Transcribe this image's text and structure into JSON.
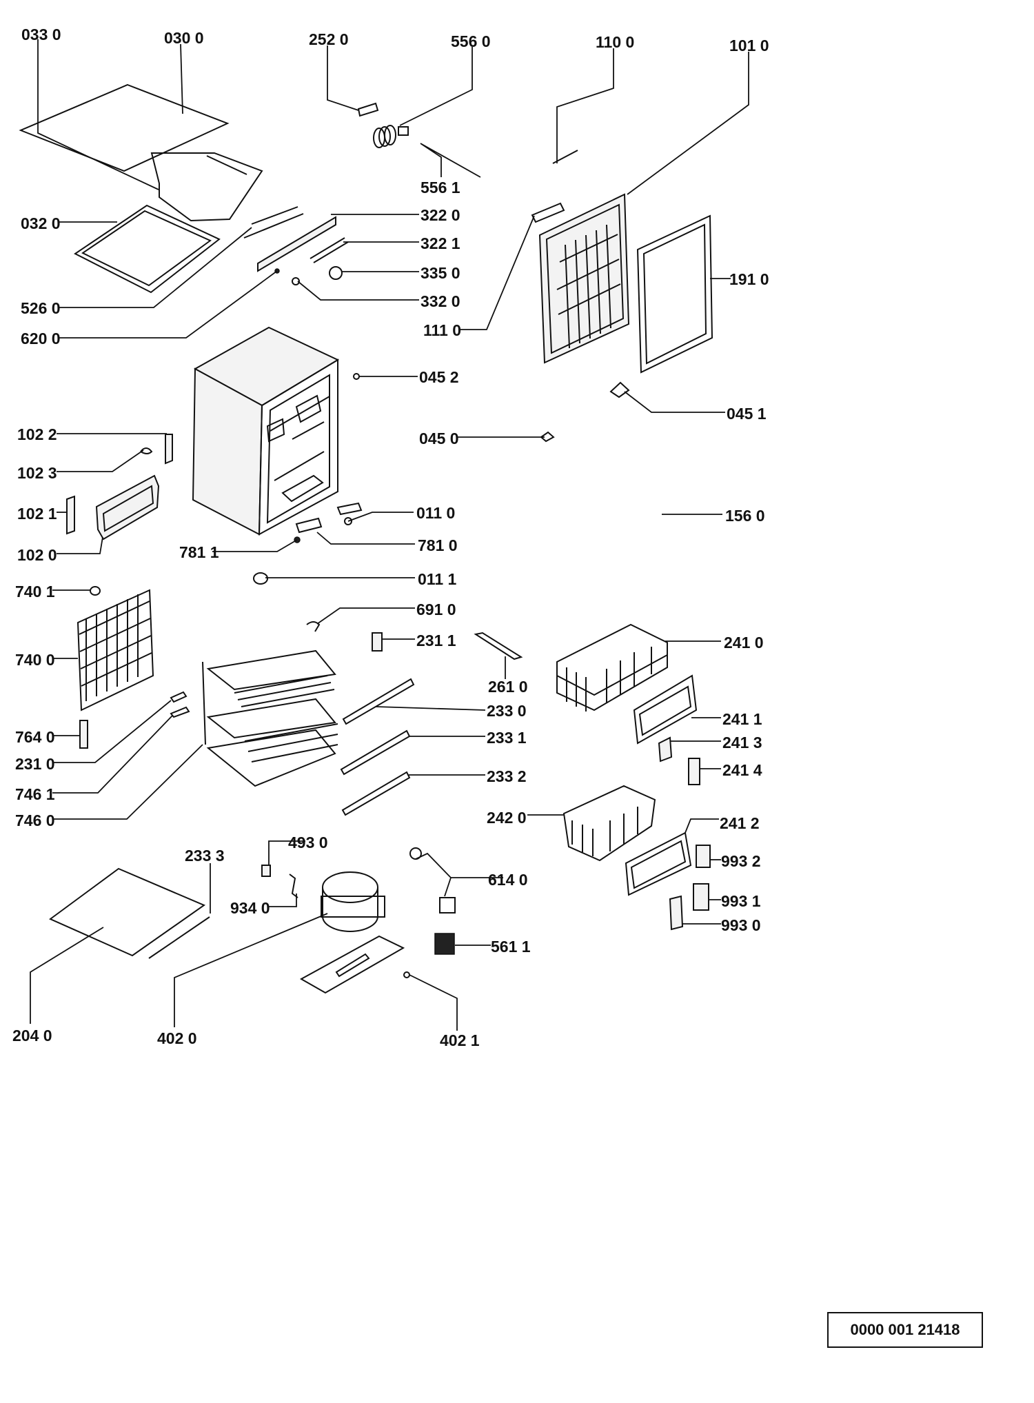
{
  "parts": [
    {
      "id": "p0330",
      "label": "033 0"
    },
    {
      "id": "p0300",
      "label": "030 0"
    },
    {
      "id": "p2520",
      "label": "252 0"
    },
    {
      "id": "p5560",
      "label": "556 0"
    },
    {
      "id": "p1100",
      "label": "110 0"
    },
    {
      "id": "p1010",
      "label": "101 0"
    },
    {
      "id": "p5561",
      "label": "556 1"
    },
    {
      "id": "p0320",
      "label": "032 0"
    },
    {
      "id": "p3220",
      "label": "322 0"
    },
    {
      "id": "p3221",
      "label": "322 1"
    },
    {
      "id": "p3350",
      "label": "335 0"
    },
    {
      "id": "p3320",
      "label": "332 0"
    },
    {
      "id": "p5260",
      "label": "526 0"
    },
    {
      "id": "p6200",
      "label": "620 0"
    },
    {
      "id": "p1110",
      "label": "111 0"
    },
    {
      "id": "p1910",
      "label": "191 0"
    },
    {
      "id": "p0452",
      "label": "045 2"
    },
    {
      "id": "p0451",
      "label": "045 1"
    },
    {
      "id": "p0450",
      "label": "045 0"
    },
    {
      "id": "p1022",
      "label": "102 2"
    },
    {
      "id": "p1023",
      "label": "102 3"
    },
    {
      "id": "p1021",
      "label": "102 1"
    },
    {
      "id": "p1020",
      "label": "102 0"
    },
    {
      "id": "p0110",
      "label": "011 0"
    },
    {
      "id": "p1560",
      "label": "156 0"
    },
    {
      "id": "p7811",
      "label": "781 1"
    },
    {
      "id": "p7810",
      "label": "781 0"
    },
    {
      "id": "p0111",
      "label": "011 1"
    },
    {
      "id": "p7401",
      "label": "740 1"
    },
    {
      "id": "p6910",
      "label": "691 0"
    },
    {
      "id": "p2311",
      "label": "231 1"
    },
    {
      "id": "p2410",
      "label": "241 0"
    },
    {
      "id": "p7400",
      "label": "740 0"
    },
    {
      "id": "p2610",
      "label": "261 0"
    },
    {
      "id": "p2330",
      "label": "233 0"
    },
    {
      "id": "p2411",
      "label": "241 1"
    },
    {
      "id": "p7640",
      "label": "764 0"
    },
    {
      "id": "p2331",
      "label": "233 1"
    },
    {
      "id": "p2413",
      "label": "241 3"
    },
    {
      "id": "p2310",
      "label": "231 0"
    },
    {
      "id": "p2414",
      "label": "241 4"
    },
    {
      "id": "p7461",
      "label": "746 1"
    },
    {
      "id": "p2332",
      "label": "233 2"
    },
    {
      "id": "p7460",
      "label": "746 0"
    },
    {
      "id": "p2420",
      "label": "242 0"
    },
    {
      "id": "p2412",
      "label": "241 2"
    },
    {
      "id": "p2333",
      "label": "233 3"
    },
    {
      "id": "p4930",
      "label": "493 0"
    },
    {
      "id": "p9932",
      "label": "993 2"
    },
    {
      "id": "p6140",
      "label": "614 0"
    },
    {
      "id": "p9340",
      "label": "934 0"
    },
    {
      "id": "p9931",
      "label": "993 1"
    },
    {
      "id": "p9930",
      "label": "993 0"
    },
    {
      "id": "p5611",
      "label": "561 1"
    },
    {
      "id": "p2040",
      "label": "204 0"
    },
    {
      "id": "p4020",
      "label": "402 0"
    },
    {
      "id": "p4021",
      "label": "402 1"
    }
  ],
  "reference_number": "0000 001 21418"
}
